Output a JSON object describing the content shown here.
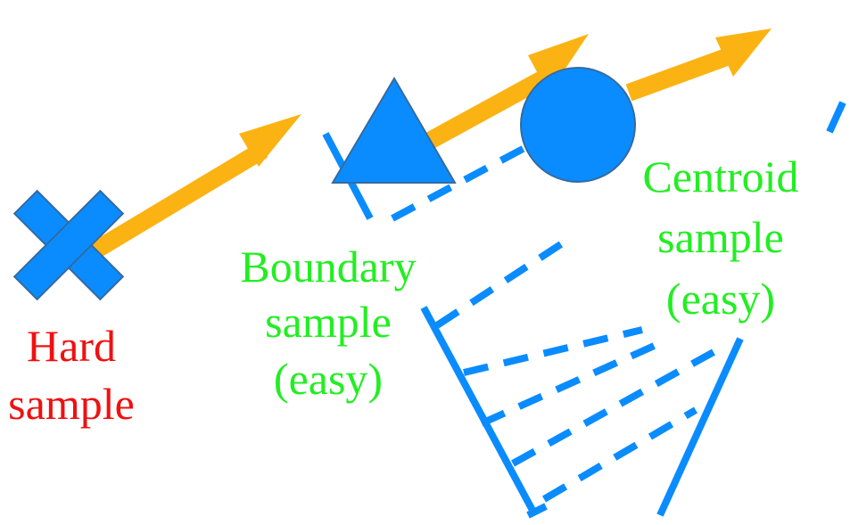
{
  "labels": {
    "hard_line1": "Hard",
    "hard_line2": "sample",
    "boundary_line1": "Boundary",
    "boundary_line2": "sample",
    "boundary_line3": "(easy)",
    "centroid_line1": "Centroid",
    "centroid_line2": "sample",
    "centroid_line3": "(easy)"
  },
  "colors": {
    "shape_blue": "#0a8cff",
    "shape_outline": "#356aa0",
    "arrow_orange": "#fbb313",
    "hard_text": "#ee1111",
    "easy_text": "#22ee22"
  }
}
